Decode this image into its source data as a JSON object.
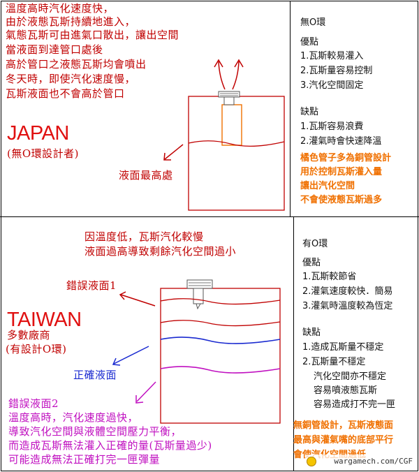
{
  "japan": {
    "note_lines": [
      "溫度高時汽化速度快，",
      "由於液態瓦斯持續地進入，",
      "氣態瓦斯可由進氣口散出，讓出空間",
      "當液面到達管口處後",
      "高於管口之液態瓦斯均會噴出",
      "冬天時，即使汽化速度慢，",
      "瓦斯液面也不會高於管口"
    ],
    "label": "JAPAN",
    "sublabel": "(無O環設計者)",
    "level_label": "液面最高處"
  },
  "japan_panel": {
    "title": "無O環",
    "pros_heading": "優點",
    "pros": [
      "1.瓦斯較易灌入",
      "2.瓦斯量容易控制",
      "3.汽化空間固定"
    ],
    "cons_heading": "缺點",
    "cons": [
      "1.瓦斯容易浪費",
      "2.灌氣時會快速降溫"
    ],
    "orange_lines": [
      "橘色管子多為銅管設計",
      "用於控制瓦斯灌入量",
      "讓出汽化空間",
      "不會使液態瓦斯過多"
    ]
  },
  "taiwan": {
    "top_note_lines": [
      "因溫度低，瓦斯汽化較慢",
      "液面過高導致剩餘汽化空間過小"
    ],
    "wrong1": "錯誤液面1",
    "label": "TAIWAN",
    "sublabel_lines": [
      "多數廠商",
      "(有設計O環)"
    ],
    "correct": "正確液面",
    "wrong2": "錯誤液面2",
    "bottom_note_lines": [
      "溫度高時，汽化速度過快，",
      "導致汽化空間與液體空間壓力平衡，",
      "而造成瓦斯無法灌入正確的量(瓦斯量過少)",
      "可能造成無法正確打完一匣彈量"
    ]
  },
  "taiwan_panel": {
    "title": "有O環",
    "pros_heading": "優點",
    "pros": [
      "1.瓦斯較節省",
      "2.灌氣速度較快．簡易",
      "3.灌氣時溫度較為恆定"
    ],
    "cons_heading": "缺點",
    "cons": [
      "1.造成瓦斯量不穩定",
      "2.瓦斯量不穩定"
    ],
    "cons_detail": [
      "汽化空間亦不穩定",
      "容易噴液態瓦斯",
      "容易造成打不完一匣"
    ],
    "orange_lines": [
      "無銅管設計，瓦斯液態面",
      "最高與灌氣嘴的底部平行",
      "會使汽化空間過低"
    ]
  },
  "watermark": "wargamech.com/CGF",
  "colors": {
    "red": "#c00000",
    "orange": "#f07000",
    "blue": "#1a2ad0",
    "magenta": "#c010c0"
  }
}
